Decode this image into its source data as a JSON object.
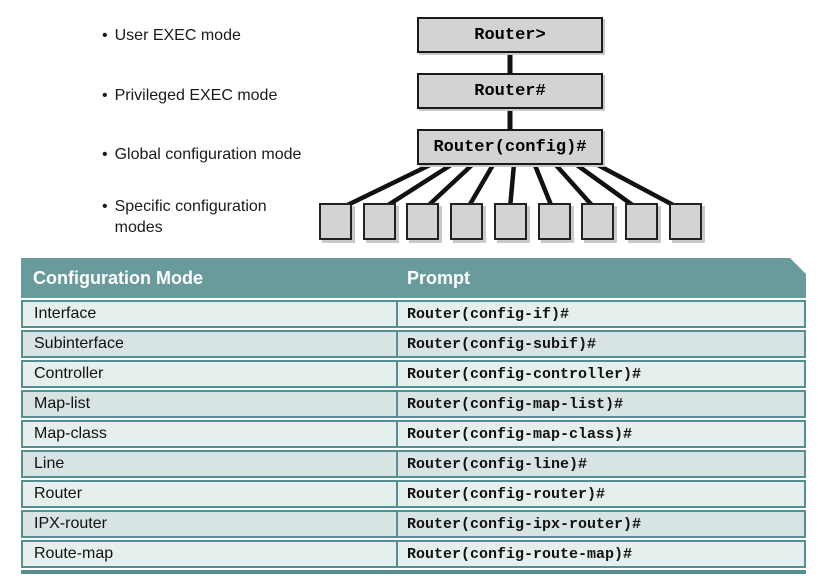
{
  "diagram": {
    "bullet_glyph": "•",
    "bullets": [
      "User EXEC mode",
      "Privileged EXEC mode",
      "Global configuration mode",
      "Specific configuration modes"
    ],
    "boxes": [
      "Router>",
      "Router#",
      "Router(config)#"
    ],
    "specific_mode_box_count": 9
  },
  "table": {
    "headers": {
      "mode": "Configuration Mode",
      "prompt": "Prompt"
    },
    "rows": [
      {
        "mode": "Interface",
        "prompt": "Router(config-if)#"
      },
      {
        "mode": "Subinterface",
        "prompt": "Router(config-subif)#"
      },
      {
        "mode": "Controller",
        "prompt": "Router(config-controller)#"
      },
      {
        "mode": "Map-list",
        "prompt": "Router(config-map-list)#"
      },
      {
        "mode": "Map-class",
        "prompt": "Router(config-map-class)#"
      },
      {
        "mode": "Line",
        "prompt": "Router(config-line)#"
      },
      {
        "mode": "Router",
        "prompt": "Router(config-router)#"
      },
      {
        "mode": "IPX-router",
        "prompt": "Router(config-ipx-router)#"
      },
      {
        "mode": "Route-map",
        "prompt": "Router(config-route-map)#"
      }
    ]
  },
  "colors": {
    "header_teal": "#699a9c",
    "border_teal": "#568f91",
    "row_light": "#e5efee",
    "row_dark": "#d7e4e3",
    "box_gray": "#d3d3d3",
    "line_black": "#111111"
  }
}
